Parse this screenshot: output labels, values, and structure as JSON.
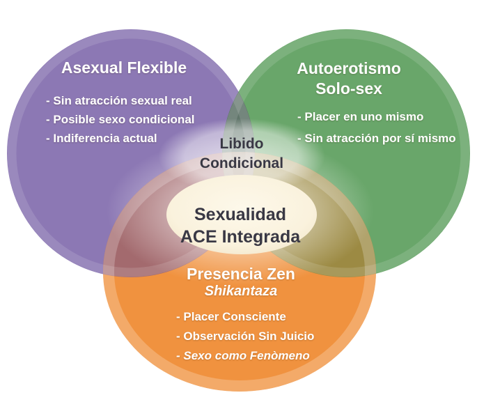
{
  "venn": {
    "asexual": {
      "title": "Asexual Flexible",
      "items": [
        "- Sin atracción sexual real",
        "- Posible sexo condicional",
        "- Indiferencia actual"
      ]
    },
    "autoerotismo": {
      "title_line1": "Autoerotismo",
      "title_line2": "Solo-sex",
      "items": [
        "- Placer en uno mismo",
        "- Sin atracción por sí mismo"
      ]
    },
    "zen": {
      "title": "Presencia Zen",
      "subtitle": "Shikantaza",
      "items": [
        "- Placer Consciente",
        "- Observación Sin Juicio",
        "- Sexo como Fenòmeno"
      ]
    },
    "overlap_top": {
      "line1": "Libido",
      "line2": "Condicional"
    },
    "center": {
      "line1": "Sexualidad",
      "line2": "ACE Integrada"
    },
    "colors": {
      "purple": "#8c78b4",
      "green": "#69a66a",
      "orange": "#f0923f",
      "purple_green_overlap": "#60756a",
      "purple_orange_overlap": "#a36a6e",
      "green_orange_overlap": "#9c8a43",
      "triple_overlap": "#97816b",
      "center_fill": "#faf2dd",
      "dark_text": "#393844",
      "light_text": "#ffffff"
    }
  }
}
